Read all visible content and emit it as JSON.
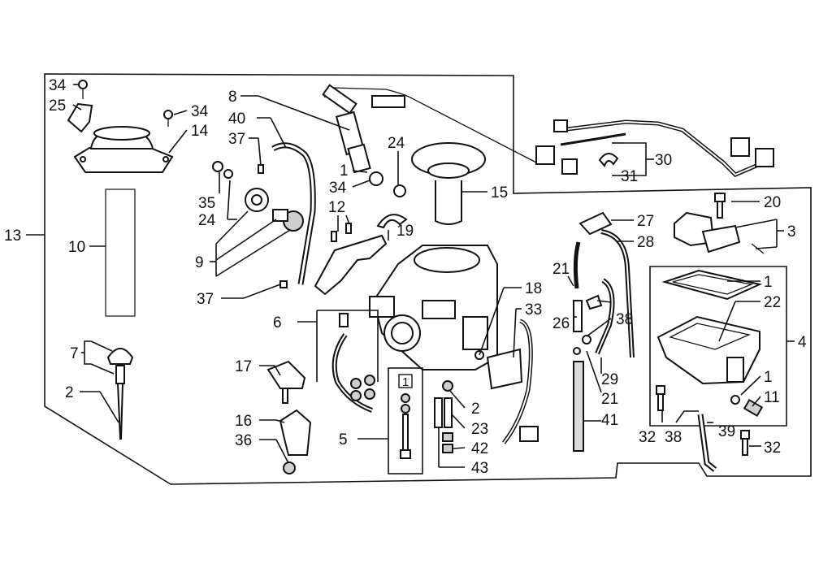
{
  "diagram": {
    "labels": {
      "l34a": "34",
      "l25": "25",
      "l34b": "34",
      "l14": "14",
      "l13": "13",
      "l10": "10",
      "l7": "7",
      "l2a": "2",
      "l8": "8",
      "l40": "40",
      "l37a": "37",
      "l35": "35",
      "l24a": "24",
      "l9": "9",
      "l37b": "37",
      "l1a": "1",
      "l34c": "34",
      "l24b": "24",
      "l15": "15",
      "l12": "12",
      "l19": "19",
      "l6": "6",
      "l17": "17",
      "l16": "16",
      "l36": "36",
      "l5": "5",
      "l2b": "2",
      "l23": "23",
      "l42": "42",
      "l43": "43",
      "l18": "18",
      "l33": "33",
      "l30": "30",
      "l31": "31",
      "l20": "20",
      "l27": "27",
      "l28": "28",
      "l3": "3",
      "l21a": "21",
      "l26": "26",
      "l38a": "38",
      "l29": "29",
      "l21b": "21",
      "l41": "41",
      "l1b": "1",
      "l22": "22",
      "l4": "4",
      "l1c": "1",
      "l11": "11",
      "l32a": "32",
      "l38b": "38",
      "l39": "39",
      "l32b": "32",
      "lbox": "1"
    }
  }
}
